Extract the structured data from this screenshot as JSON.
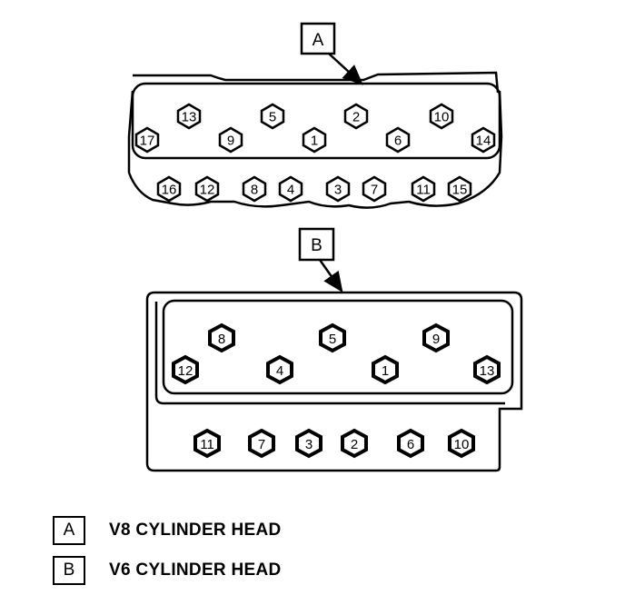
{
  "callouts": {
    "a": "A",
    "b": "B"
  },
  "v8_bolts": [
    "13",
    "5",
    "2",
    "10",
    "17",
    "9",
    "1",
    "6",
    "14",
    "16",
    "12",
    "8",
    "4",
    "3",
    "7",
    "11",
    "15"
  ],
  "v6_bolts": [
    "8",
    "5",
    "9",
    "12",
    "4",
    "1",
    "13",
    "11",
    "7",
    "3",
    "2",
    "6",
    "10"
  ],
  "legend": [
    {
      "key": "A",
      "text": "V8 CYLINDER HEAD"
    },
    {
      "key": "B",
      "text": "V6 CYLINDER HEAD"
    }
  ],
  "colors": {
    "ink": "#000000",
    "paper": "#ffffff"
  }
}
